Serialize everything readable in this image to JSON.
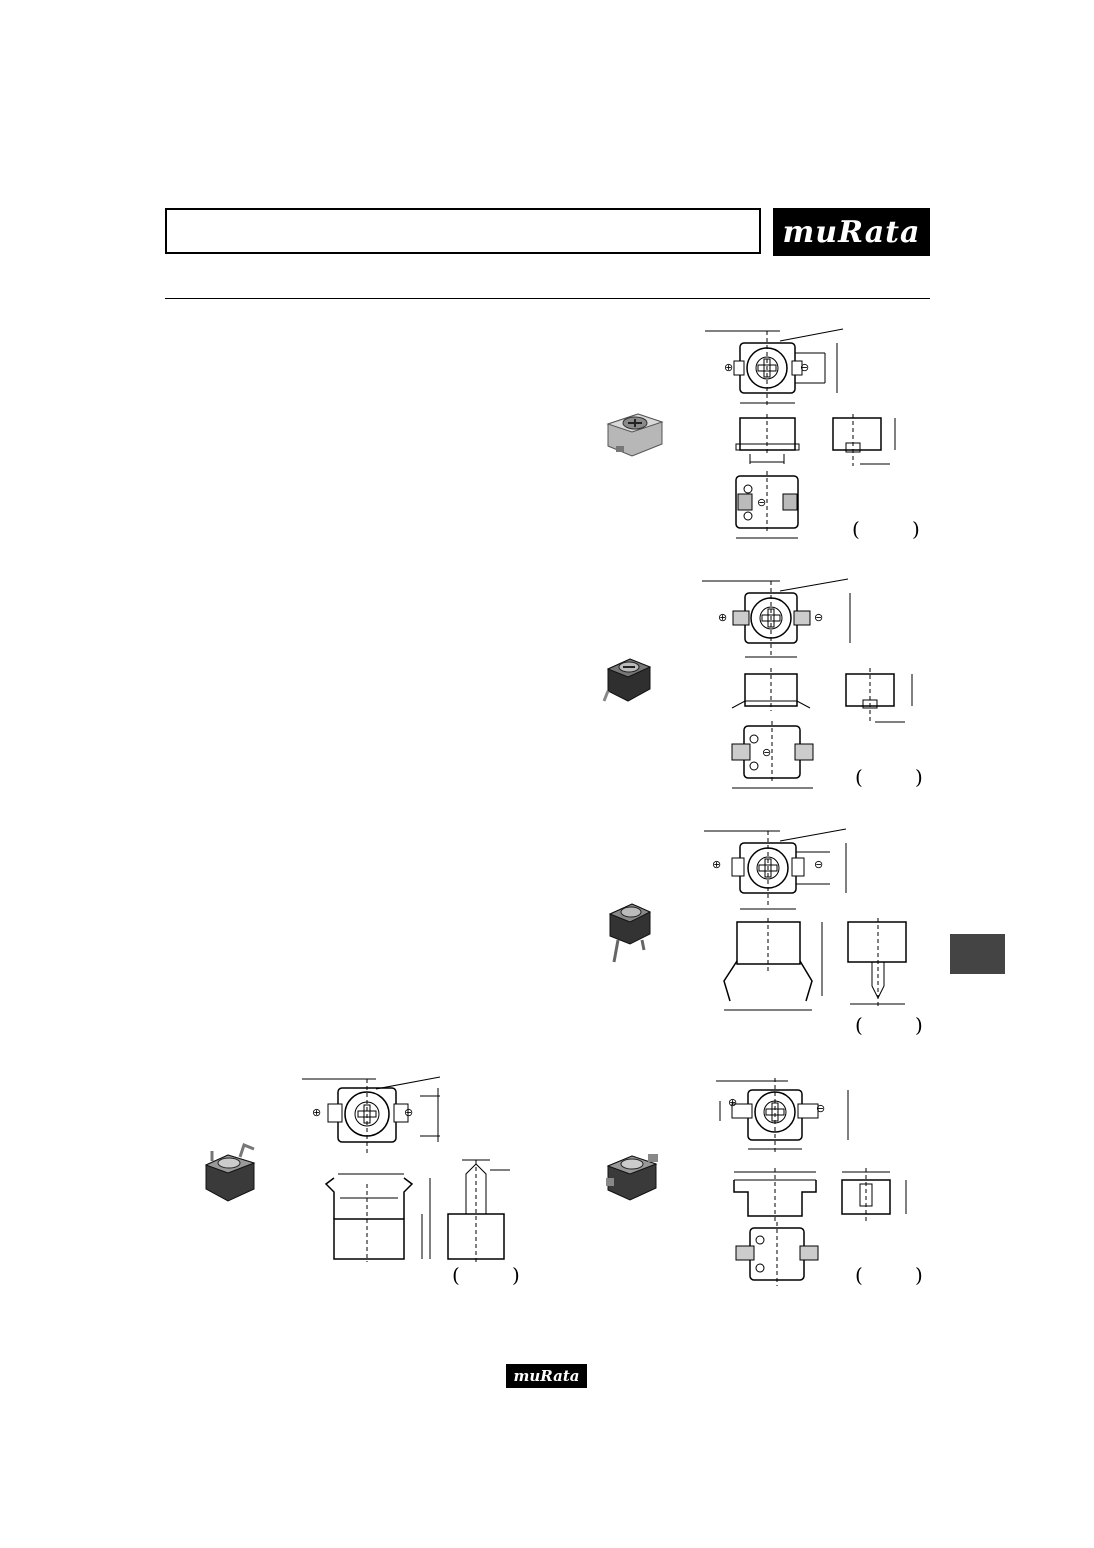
{
  "header": {
    "logo_text": "muRata"
  },
  "footer": {
    "logo_text": "muRata"
  },
  "colors": {
    "logo_bg": "#000000",
    "side_tab": "#444444",
    "part_body": "#9a9a9a",
    "part_dark": "#3a3a3a"
  },
  "icons": [
    "plus-terminal-icon",
    "minus-terminal-icon"
  ],
  "products": [
    {
      "id": "type-1",
      "terminal": "smd-flat"
    },
    {
      "id": "type-2",
      "terminal": "smd-dark"
    },
    {
      "id": "type-3",
      "terminal": "pin-bent"
    },
    {
      "id": "type-4",
      "terminal": "pin-vertical"
    },
    {
      "id": "type-5",
      "terminal": "smd-flange"
    }
  ]
}
